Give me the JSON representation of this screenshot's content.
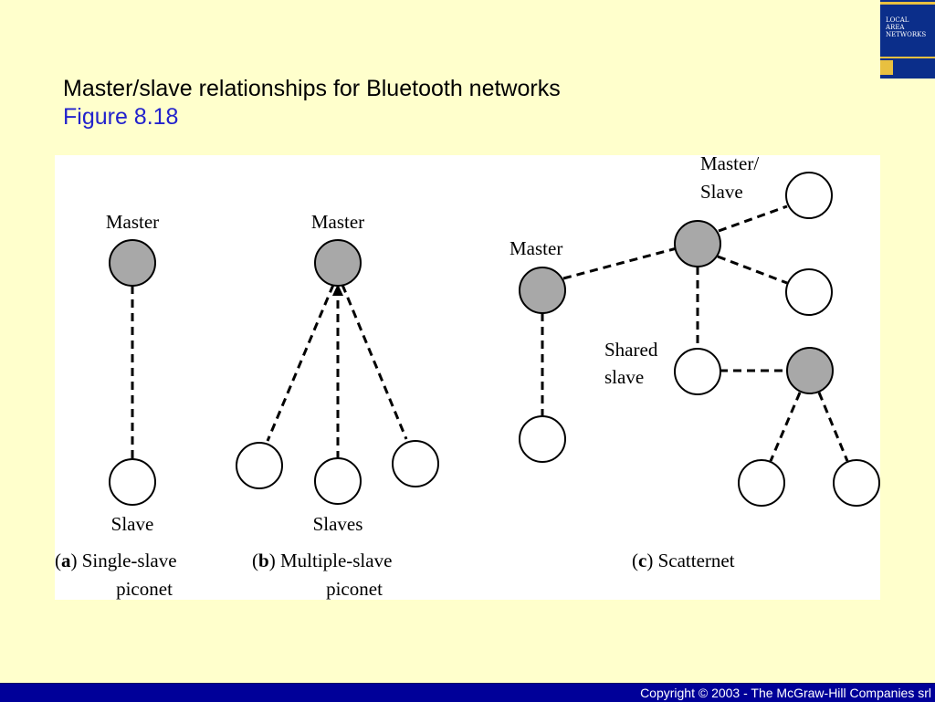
{
  "slide": {
    "title": "Master/slave relationships for Bluetooth networks",
    "subtitle": "Figure 8.18",
    "copyright": "Copyright © 2003 - The McGraw-Hill Companies srl"
  },
  "book_cover": {
    "title": "LOCAL\nAREA\nNETWORKS"
  },
  "diagram": {
    "panel_a": {
      "master_label": "Master",
      "slave_label": "Slave",
      "caption_letter": "a",
      "caption_text": "Single-slave",
      "caption_line2": "piconet"
    },
    "panel_b": {
      "master_label": "Master",
      "slave_label": "Slaves",
      "caption_letter": "b",
      "caption_text": "Multiple-slave",
      "caption_line2": "piconet"
    },
    "panel_c": {
      "master_label": "Master",
      "master_slave_line1": "Master/",
      "master_slave_line2": "Slave",
      "shared_line1": "Shared",
      "shared_line2": "slave",
      "caption_letter": "c",
      "caption_text": "Scatternet"
    }
  },
  "colors": {
    "background": "#FFFFCC",
    "subtitle": "#2222CC",
    "footer": "#000099",
    "master_node": "#A8A8A8"
  }
}
